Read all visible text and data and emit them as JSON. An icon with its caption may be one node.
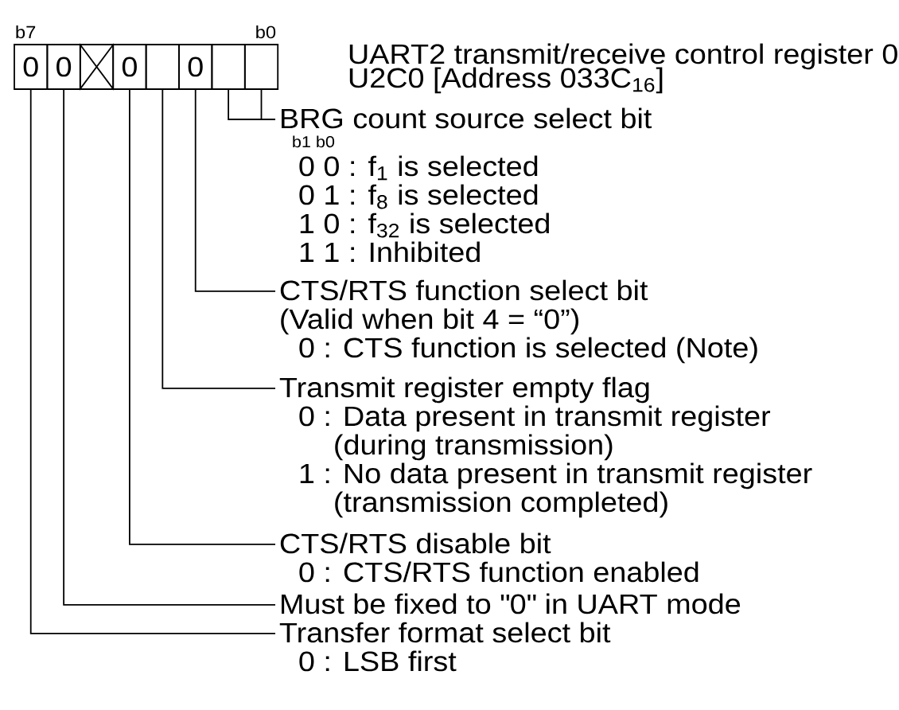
{
  "diagram": {
    "title": "UART2 transmit/receive control register 0",
    "nodes": [
      {
        "text": [
          "0"
        ]
      },
      {
        "text": [
          "0"
        ]
      },
      {
        "text": [],
        "shape": "cross"
      },
      {
        "text": [
          "0"
        ]
      },
      {
        "text": [],
        "shape": "box"
      },
      {
        "text": [
          "0"
        ]
      },
      {
        "text": [],
        "shape": "box"
      },
      {
        "text": [],
        "shape": "box"
      },
      {
        "text": [
          "BRG count source select bit",
          "b1 b0",
          "0 0 : f$_{1}$ is selected",
          "0 1 : f$_{8}$ is selected",
          "1 0 : f$_{32}$ is selected",
          "1 1 : Inhibited"
        ]
      },
      {
        "text": [
          "CTS/RTS function select bit",
          "(Valid when bit 4 = “0”)",
          "0 : CTS function is selected (Note)"
        ]
      },
      {
        "text": [
          "Transmit register empty flag",
          "0 : Data present in transmit register (during transmission)",
          "1 : No data present in transmit register (transmission completed)"
        ]
      },
      {
        "text": [
          "CTS/RTS disable bit",
          "0 : CTS/RTS function enabled"
        ]
      },
      {
        "text": [
          "Must be fixed to \"0\" in UART mode"
        ]
      },
      {
        "text": [
          "Transfer format select bit",
          "0 : LSB first"
        ]
      }
    ],
    "edges": [
      {
        "from": 6,
        "to": 8,
        "arrow": "none"
      },
      {
        "from": 7,
        "to": 8,
        "arrow": "none"
      },
      {
        "from": 5,
        "to": 9,
        "arrow": "none"
      },
      {
        "from": 4,
        "to": 10,
        "arrow": "none"
      },
      {
        "from": 3,
        "to": 11,
        "arrow": "none"
      },
      {
        "from": 1,
        "to": 12,
        "arrow": "none"
      },
      {
        "from": 0,
        "to": 13,
        "arrow": "none"
      }
    ],
    "labels": [
      "b7",
      "b0",
      "U2C0 [Address 033C$_{16}$]"
    ]
  }
}
